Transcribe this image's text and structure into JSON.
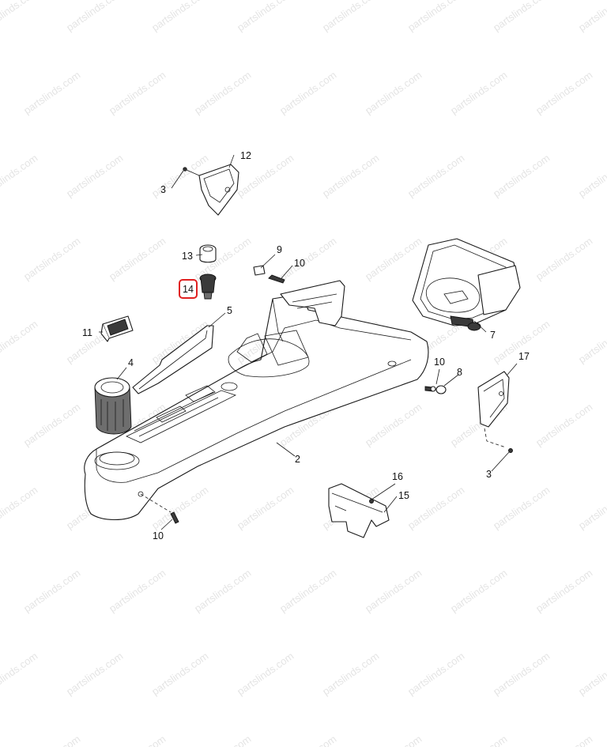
{
  "diagram": {
    "callouts": {
      "c2": "2",
      "c3a": "3",
      "c3b": "3",
      "c4": "4",
      "c5": "5",
      "c7": "7",
      "c8": "8",
      "c9": "9",
      "c10a": "10",
      "c10b": "10",
      "c10c": "10",
      "c11": "11",
      "c12": "12",
      "c13": "13",
      "c14": "14",
      "c15": "15",
      "c16": "16",
      "c17": "17"
    },
    "highlighted_callout": "14",
    "highlight_color": "#e02020"
  },
  "watermark": {
    "text": "partslinds.com"
  }
}
